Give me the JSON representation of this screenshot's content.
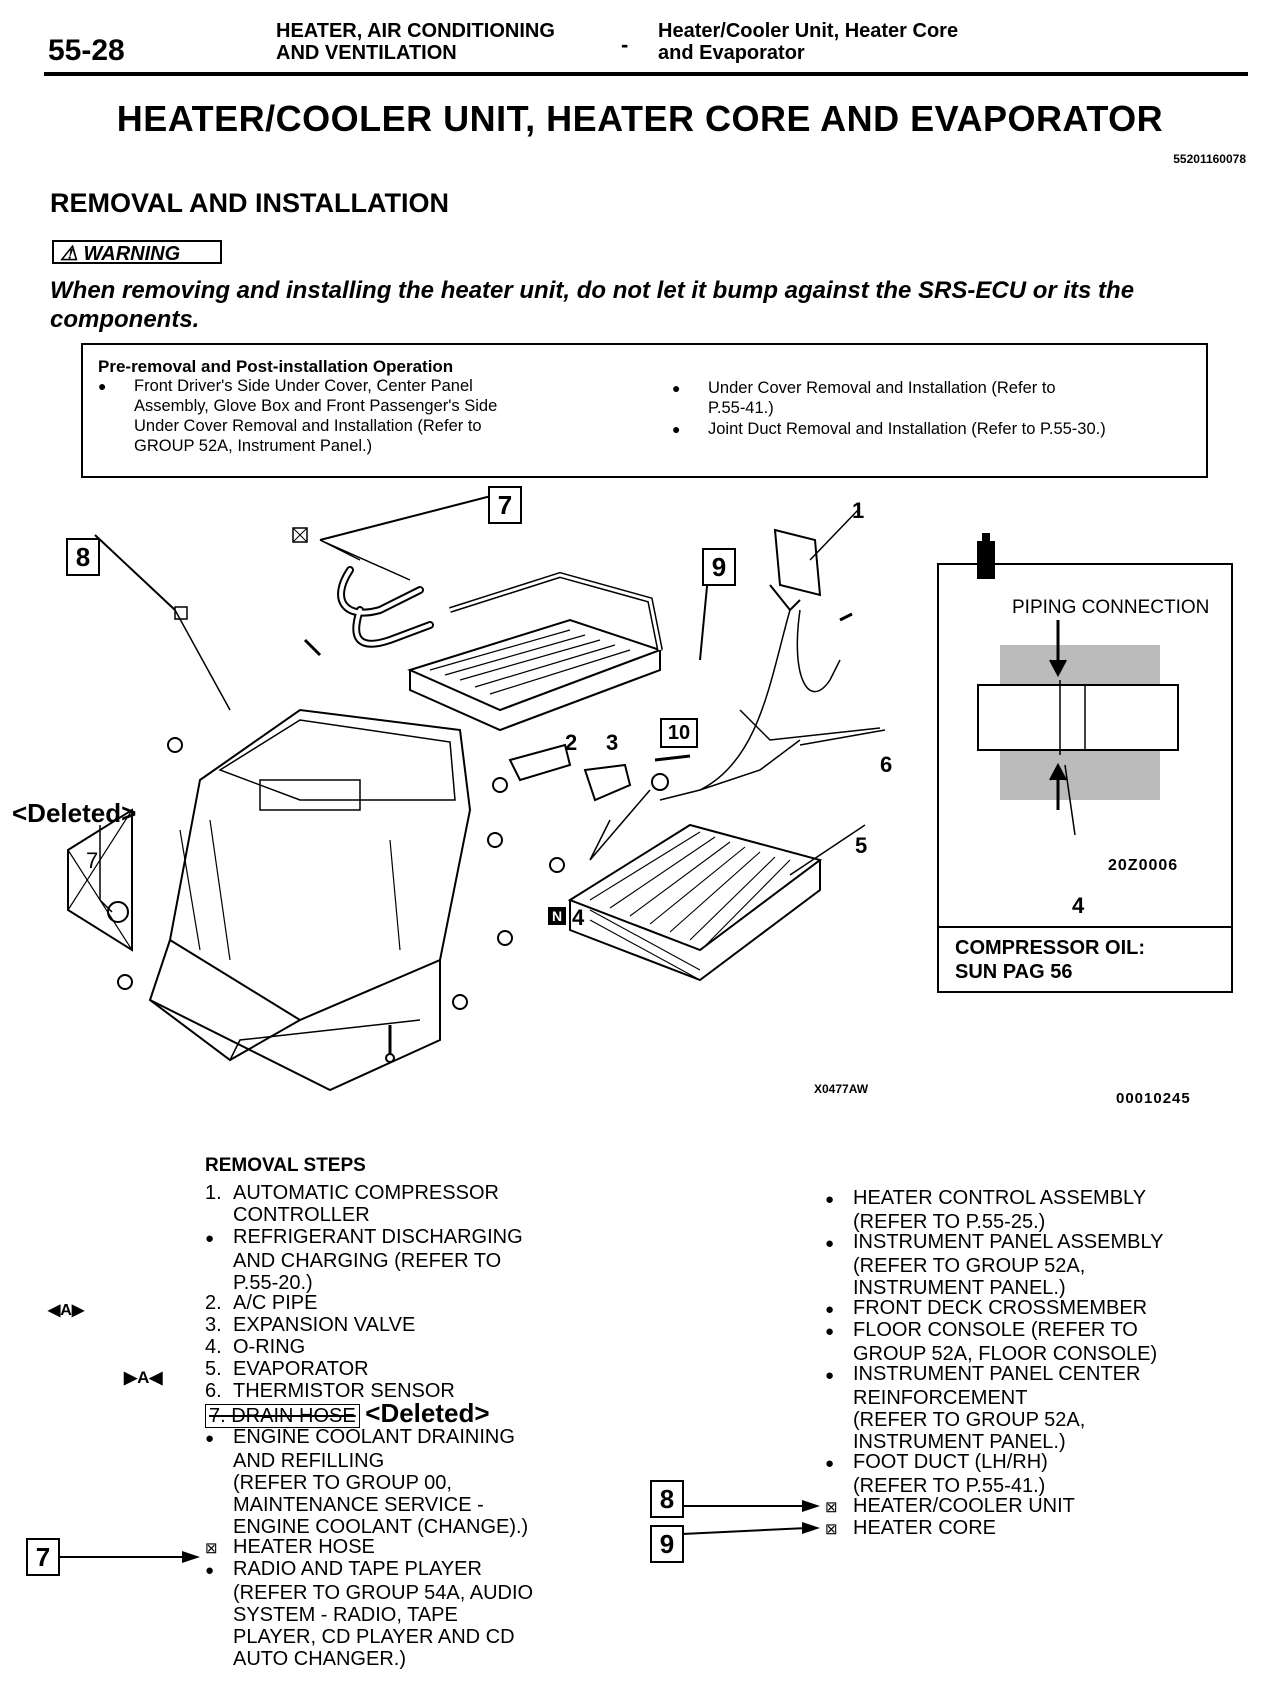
{
  "header": {
    "page_number": "55-28",
    "section_line1": "HEATER, AIR CONDITIONING",
    "section_line2": "AND VENTILATION",
    "dash": "-",
    "topic_line1": "Heater/Cooler Unit, Heater Core",
    "topic_line2": "and Evaporator"
  },
  "title": "HEATER/COOLER UNIT, HEATER CORE AND EVAPORATOR",
  "doc_code": "55201160078",
  "subtitle": "REMOVAL AND INSTALLATION",
  "warning": {
    "label": "WARNING",
    "text": "When removing and installing the heater unit, do not let it bump against the SRS-ECU or its the components."
  },
  "pre_removal": {
    "title": "Pre-removal and Post-installation Operation",
    "left_item_lines": [
      "Front Driver's Side Under Cover, Center Panel",
      "Assembly, Glove Box and Front Passenger's Side",
      "Under Cover Removal and Installation (Refer to",
      "GROUP 52A, Instrument Panel.)"
    ],
    "right_item1_lines": [
      "Under Cover Removal and Installation (Refer to",
      "P.55-41.)"
    ],
    "right_item2": "Joint Duct Removal and Installation (Refer to P.55-30.)"
  },
  "diagram": {
    "callouts": {
      "c7": "7",
      "c8": "8",
      "c9": "9",
      "c10": "10"
    },
    "numbers": {
      "n1": "1",
      "n2": "2",
      "n3": "3",
      "n4": "4",
      "n5": "5",
      "n6": "6",
      "n7": "7",
      "n_piping4": "4"
    },
    "deleted_label": "<Deleted>",
    "piping_label": "PIPING CONNECTION",
    "piping_code": "20Z0006",
    "oil_line1": "COMPRESSOR OIL:",
    "oil_line2": "SUN PAG 56",
    "code_left": "X0477AW",
    "code_right": "00010245",
    "n_symbol": "N"
  },
  "removal_steps": {
    "title": "REMOVAL STEPS",
    "mark_a_left": "◀A▶",
    "mark_a_right": "▶A◀",
    "left": [
      {
        "n": "1.",
        "lines": [
          "AUTOMATIC COMPRESSOR",
          "CONTROLLER"
        ]
      },
      {
        "n": "●",
        "lines": [
          "REFRIGERANT DISCHARGING",
          "AND CHARGING (REFER TO",
          "P.55-20.)"
        ]
      },
      {
        "n": "2.",
        "lines": [
          "A/C PIPE"
        ]
      },
      {
        "n": "3.",
        "lines": [
          "EXPANSION VALVE"
        ]
      },
      {
        "n": "4.",
        "lines": [
          "O-RING"
        ]
      },
      {
        "n": "5.",
        "lines": [
          "EVAPORATOR"
        ]
      },
      {
        "n": "6.",
        "lines": [
          "THERMISTOR SENSOR"
        ]
      }
    ],
    "struck_step": "7. DRAIN HOSE",
    "deleted": "<Deleted>",
    "coolant_lines": [
      "ENGINE COOLANT DRAINING",
      "AND REFILLING",
      "(REFER TO GROUP 00,",
      "MAINTENANCE SERVICE -",
      "ENGINE COOLANT (CHANGE).)"
    ],
    "heater_hose": "HEATER HOSE",
    "radio_lines": [
      "RADIO AND TAPE PLAYER",
      "(REFER TO GROUP 54A, AUDIO",
      "SYSTEM - RADIO, TAPE",
      "PLAYER, CD PLAYER AND CD",
      "AUTO CHANGER.)"
    ],
    "right": [
      {
        "n": "●",
        "lines": [
          "HEATER CONTROL ASSEMBLY",
          "(REFER TO P.55-25.)"
        ]
      },
      {
        "n": "●",
        "lines": [
          "INSTRUMENT PANEL ASSEMBLY",
          "(REFER TO GROUP 52A,",
          "INSTRUMENT PANEL.)"
        ]
      },
      {
        "n": "●",
        "lines": [
          "FRONT DECK CROSSMEMBER"
        ]
      },
      {
        "n": "●",
        "lines": [
          "FLOOR CONSOLE (REFER TO",
          "GROUP 52A, FLOOR CONSOLE)"
        ]
      },
      {
        "n": "●",
        "lines": [
          "INSTRUMENT PANEL CENTER",
          "REINFORCEMENT",
          "(REFER TO GROUP 52A,",
          "INSTRUMENT PANEL.)"
        ]
      },
      {
        "n": "●",
        "lines": [
          "FOOT DUCT (LH/RH)",
          "(REFER TO P.55-41.)"
        ]
      }
    ],
    "heater_cooler_unit": "HEATER/COOLER UNIT",
    "heater_core": "HEATER CORE",
    "box7": "7",
    "box8": "8",
    "box9": "9"
  }
}
